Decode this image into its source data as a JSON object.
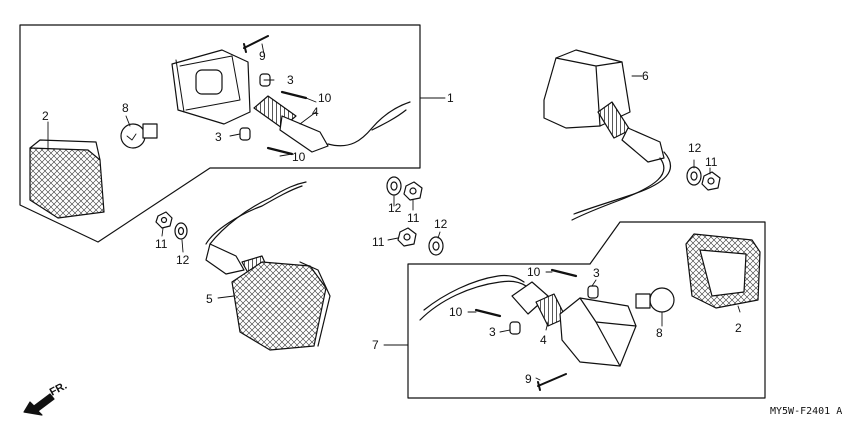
{
  "diagram": {
    "callouts": {
      "p1": "1",
      "p2a": "2",
      "p2b": "2",
      "p3a": "3",
      "p3b": "3",
      "p3c": "3",
      "p3d": "3",
      "p4a": "4",
      "p4b": "4",
      "p5": "5",
      "p6": "6",
      "p7": "7",
      "p8a": "8",
      "p8b": "8",
      "p9a": "9",
      "p9b": "9",
      "p10a": "10",
      "p10b": "10",
      "p10c": "10",
      "p10d": "10",
      "p11a": "11",
      "p11b": "11",
      "p11c": "11",
      "p11d": "11",
      "p12a": "12",
      "p12b": "12",
      "p12c": "12",
      "p12d": "12"
    },
    "direction_label": "FR.",
    "diagram_code": "MY5W-F2401 A"
  }
}
